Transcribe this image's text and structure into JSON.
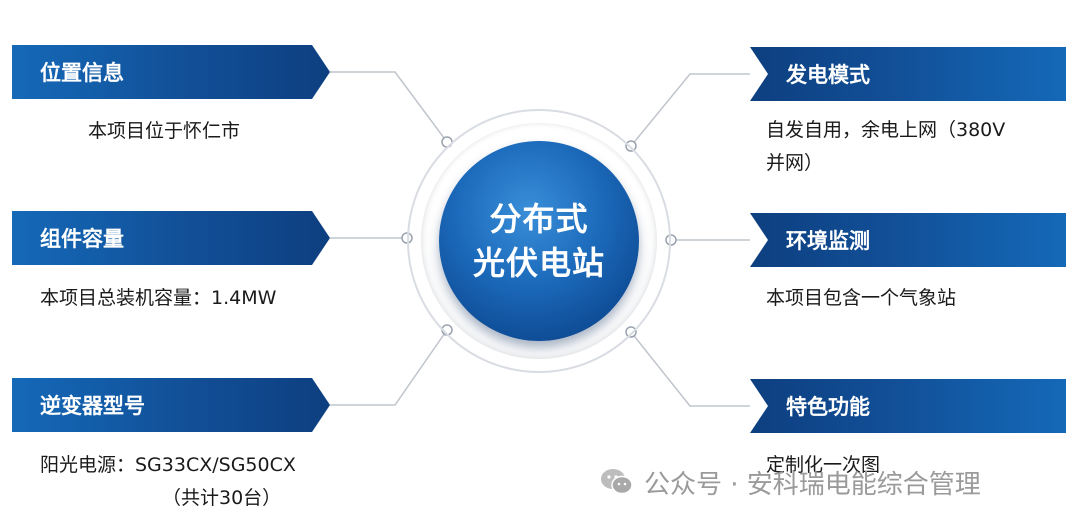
{
  "hub": {
    "line1": "分布式",
    "line2": "光伏电站"
  },
  "left_items": [
    {
      "title": "位置信息",
      "lines": [
        "本项目位于怀仁市"
      ]
    },
    {
      "title": "组件容量",
      "lines": [
        "本项目总装机容量：1.4MW"
      ]
    },
    {
      "title": "逆变器型号",
      "lines": [
        "阳光电源：SG33CX/SG50CX",
        "（共计30台）"
      ]
    }
  ],
  "right_items": [
    {
      "title": "发电模式",
      "lines": [
        "自发自用，余电上网（380V",
        "并网）"
      ]
    },
    {
      "title": "环境监测",
      "lines": [
        "本项目包含一个气象站"
      ]
    },
    {
      "title": "特色功能",
      "lines": [
        "定制化一次图"
      ]
    }
  ],
  "watermark": {
    "text": "公众号 · 安科瑞电能综合管理",
    "icon": "wechat-icon"
  },
  "colors": {
    "banner_dark": "#0d3f80",
    "banner_light": "#1469b8",
    "hub_blue": "#1d6cbd",
    "connector": "#bfc5cc"
  }
}
